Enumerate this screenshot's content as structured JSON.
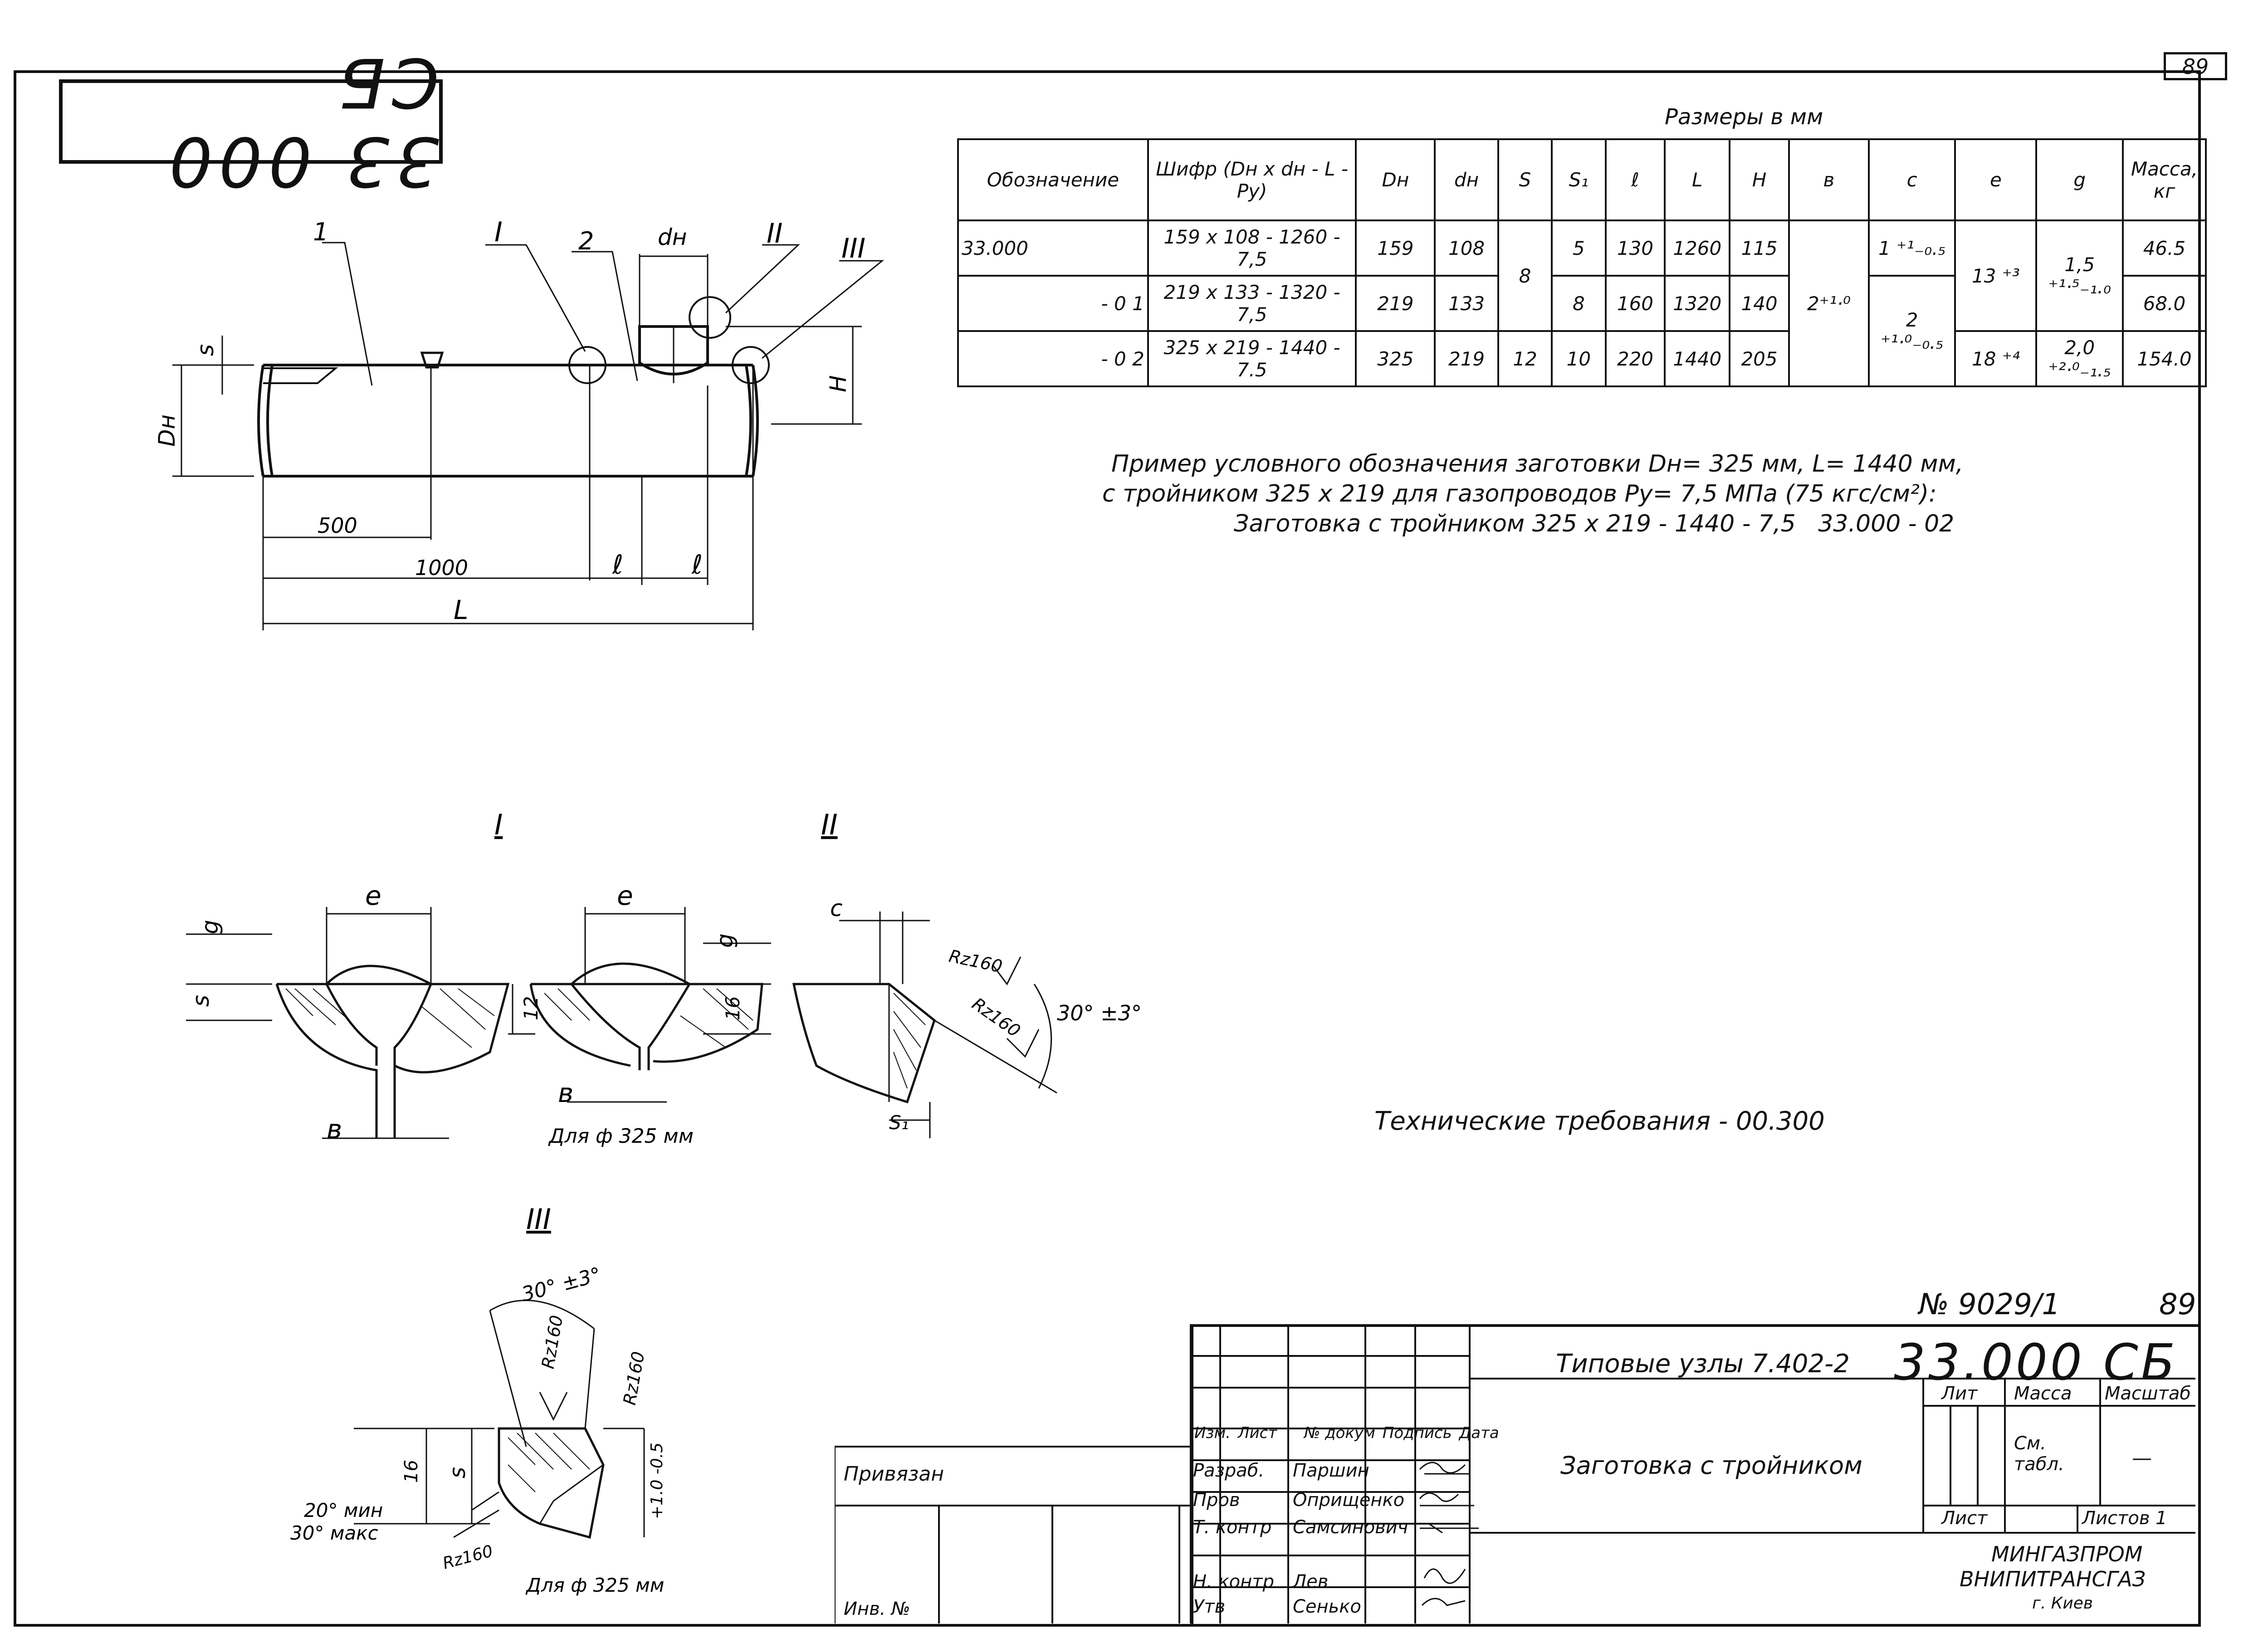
{
  "sheet": {
    "page_number": "89",
    "code_stamp": "33 000 СБ"
  },
  "dimensions_table": {
    "caption": "Размеры в мм",
    "headers": [
      "Обозначение",
      "Шифр (Dн x dн - L - Pу)",
      "Dн",
      "dн",
      "S",
      "S₁",
      "ℓ",
      "L",
      "H",
      "в",
      "c",
      "e",
      "g",
      "Масса, кг"
    ],
    "rows": [
      {
        "designation": "33.000",
        "cipher": "159 x 108 - 1260 - 7,5",
        "Dn": "159",
        "dn": "108",
        "S1": "5",
        "l": "130",
        "L": "1260",
        "H": "115",
        "mass": "46.5"
      },
      {
        "designation": "- 0 1",
        "cipher": "219 x 133 - 1320 - 7,5",
        "Dn": "219",
        "dn": "133",
        "S1": "8",
        "l": "160",
        "L": "1320",
        "H": "140",
        "mass": "68.0"
      },
      {
        "designation": "- 0 2",
        "cipher": "325 x 219 - 1440 - 7.5",
        "Dn": "325",
        "dn": "219",
        "S": "12",
        "S1": "10",
        "l": "220",
        "L": "1440",
        "H": "205",
        "mass": "154.0"
      }
    ],
    "merged": {
      "S_top": "8",
      "v": "2⁺¹·⁰",
      "c_top": "1 ⁺¹₋₀.₅",
      "c_bottom": "2 ⁺¹·⁰₋₀.₅",
      "e_top": "13 ⁺³",
      "e_bottom": "18 ⁺⁴",
      "g_top": "1,5 ⁺¹·⁵₋₁.₀",
      "g_bottom": "2,0 ⁺²·⁰₋₁.₅"
    }
  },
  "example_note": {
    "line1": "Пример условного обозначения заготовки Dн= 325 мм, L= 1440 мм,",
    "line2": "с тройником 325 x 219 для газопроводов Pу= 7,5 МПа (75 кгс/см²):",
    "line3": "Заготовка с тройником 325 x 219 - 1440 - 7,5   33.000 - 02"
  },
  "tech_requirements": "Технические требования - 00.300",
  "drawing_labels": {
    "part1": "1",
    "part2": "2",
    "view_I": "I",
    "view_II": "II",
    "view_III": "III",
    "dn": "dн",
    "s": "s",
    "Dn": "Dн",
    "H": "H",
    "d500": "500",
    "d1000": "1000",
    "l": "ℓ",
    "L": "L",
    "e": "e",
    "g": "g",
    "v": "в",
    "c": "c",
    "s1": "S₁",
    "d12": "12",
    "d16": "16",
    "rz160": "Rz160",
    "angle": "30° ±3°",
    "for325": "Для ф 325 мм",
    "min20": "20° мин",
    "max30": "30° макс",
    "tol": "+1.0\n-0.5"
  },
  "doc_number": {
    "number": "№ 9029/1",
    "page": "89"
  },
  "title_block": {
    "series": "Типовые узлы 7.402-2",
    "code": "33.000 СБ",
    "name": "Заготовка с тройником",
    "col_izm": "Изм.",
    "col_list": "Лист",
    "col_doc": "№ докум",
    "col_sign": "Подпись",
    "col_date": "Дата",
    "roles": [
      "Разраб.",
      "Пров",
      "Т. контр",
      "Н. контр",
      "Утв"
    ],
    "names": [
      "Паршин",
      "Оприщенко",
      "Самсинович",
      "Лев",
      "Сенько"
    ],
    "lit": "Лит",
    "massa": "Масса",
    "masshtab": "Масштаб",
    "mass_value": "См. табл.",
    "scale_value": "—",
    "list": "Лист",
    "listov": "Листов 1",
    "org1": "МИНГАЗПРОМ",
    "org2": "ВНИПИТРАНСГАЗ",
    "org3": "г. Киев",
    "privyazan": "Привязан",
    "inv": "Инв. №"
  }
}
